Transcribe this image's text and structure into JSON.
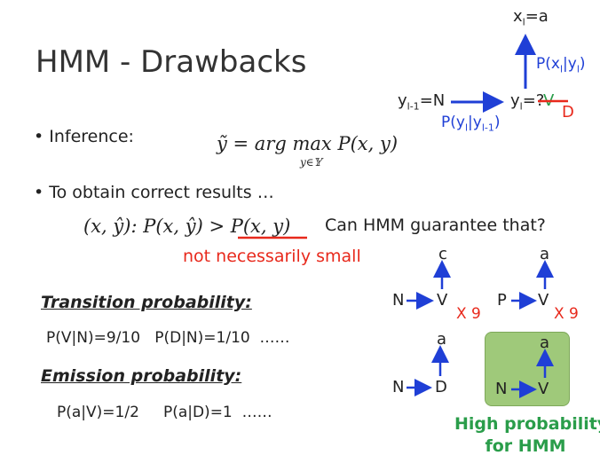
{
  "slide": {
    "title": "HMM - Drawbacks",
    "bullet1": "Inference:",
    "inference_formula": "ỹ = arg max P(x, y)",
    "inference_sub": "y∈𝕐",
    "bullet2": "To obtain correct results …",
    "compare_formula": "(x, ŷ):  P(x, ŷ) > P(x, y)",
    "question": "Can HMM guarantee that?",
    "not_small": "not necessarily small",
    "transition_heading": "Transition probability:",
    "transition_values": [
      "P(V|N)=9/10",
      "P(D|N)=1/10",
      "……"
    ],
    "emission_heading": "Emission probability:",
    "emission_values": [
      "P(a|V)=1/2",
      "P(a|D)=1",
      "……"
    ],
    "high_prob": [
      "High probability",
      "for HMM"
    ]
  },
  "top_diagram": {
    "x_node": "xl=a",
    "y_prev": "yl-1=N",
    "y_curr": "yl=?",
    "emission_label": "P(xl|yl)",
    "transition_label": "P(yl|yl-1)",
    "option_v": "V",
    "option_d": "D"
  },
  "examples": [
    {
      "tags": [
        "N",
        "V"
      ],
      "word": "c",
      "count": "X 9"
    },
    {
      "tags": [
        "P",
        "V"
      ],
      "word": "a",
      "count": "X 9"
    },
    {
      "tags": [
        "N",
        "D"
      ],
      "word": "a"
    },
    {
      "tags": [
        "N",
        "V"
      ],
      "word": "a",
      "highlight": true
    }
  ],
  "colors": {
    "red": "#e8291c",
    "blue": "#1f3fd6",
    "green": "#2a9d4a",
    "box": "#9fc97a"
  }
}
